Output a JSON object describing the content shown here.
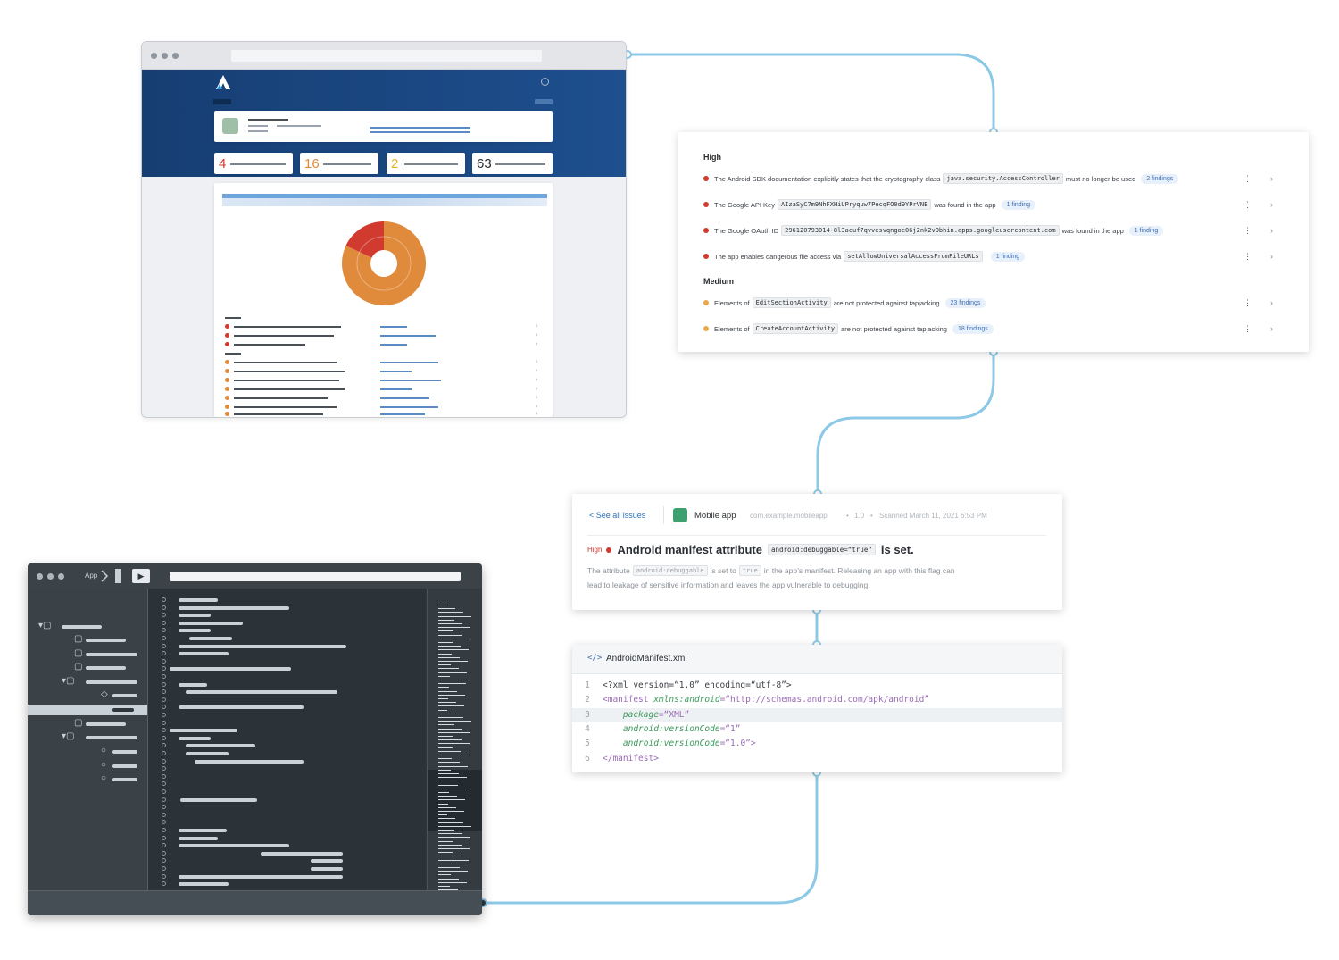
{
  "dashboard": {
    "stats": [
      {
        "value": "4",
        "color": "#d03a2f"
      },
      {
        "value": "16",
        "color": "#e08a3c"
      },
      {
        "value": "2",
        "color": "#e6b325"
      },
      {
        "value": "63",
        "color": "#2b2f33"
      }
    ],
    "donut": {
      "high_fraction": 0.18,
      "high_color": "#d03a2f",
      "medium_color": "#e08a3c"
    }
  },
  "issues": {
    "high_heading": "High",
    "medium_heading": "Medium",
    "high": [
      {
        "pre": "The Android SDK documentation explicitly states that the cryptography class",
        "code": "java.security.AccessController",
        "post": "must no longer be used",
        "badge": "2 findings"
      },
      {
        "pre": "The Google API Key",
        "code": "AIzaSyC7m9NhFXHiUPryquw7PecqFO0d9YPrVNE",
        "post": "was found in the app",
        "badge": "1 finding"
      },
      {
        "pre": "The Google OAuth ID",
        "code": "296120793014-8l3acuf7qvvesvqngoc06j2nk2v0bhin.apps.googleusercontent.com",
        "post": "was found in the app",
        "badge": "1 finding"
      },
      {
        "pre": "The app enables dangerous file access via",
        "code": "setAllowUniversalAccessFromFileURLs",
        "post": "",
        "badge": "1 finding"
      }
    ],
    "medium": [
      {
        "pre": "Elements of",
        "code": "EditSectionActivity",
        "post": "are not protected against tapjacking",
        "badge": "23 findings"
      },
      {
        "pre": "Elements of",
        "code": "CreateAccountActivity",
        "post": "are not protected against tapjacking",
        "badge": "18 findings"
      }
    ],
    "kebab": "⋮",
    "chevron": "›",
    "high_color": "#d03a2f",
    "medium_color": "#e9a84a"
  },
  "detail": {
    "back_link": "< See all issues",
    "app_name": "Mobile app",
    "package": "com.example.mobileapp",
    "version": "1.0",
    "scanned": "Scanned March 11, 2021 6:53 PM",
    "severity": "High",
    "title_pre": "Android manifest attribute",
    "title_code": "android:debuggable=“true”",
    "title_post": "is set.",
    "desc_1": "The attribute",
    "desc_code_1": "android:debuggable",
    "desc_2": "is set to",
    "desc_code_2": "true",
    "desc_3": "in the app’s manifest. Releasing an app with this flag can",
    "desc_4": "lead to leakage of sensitive information and leaves the app vulnerable to debugging."
  },
  "file": {
    "icon": "</>",
    "name": "AndroidManifest.xml",
    "lines": [
      {
        "num": "1",
        "parts": [
          {
            "t": "<?xml version=“1.0” encoding=“utf-8”>",
            "c": "#3b4046"
          }
        ]
      },
      {
        "num": "2",
        "parts": [
          {
            "t": "<manifest ",
            "c": "#9a6bb5"
          },
          {
            "t": "xmlns:android",
            "c": "#3a9a5b",
            "i": true
          },
          {
            "t": "=“http://schemas.android.com/apk/android”",
            "c": "#9a6bb5"
          }
        ]
      },
      {
        "num": "3",
        "parts": [
          {
            "t": "    package",
            "c": "#3a9a5b",
            "i": true
          },
          {
            "t": "=“XML”",
            "c": "#9a6bb5"
          }
        ]
      },
      {
        "num": "4",
        "parts": [
          {
            "t": "    android:",
            "c": "#3a9a5b",
            "i": true
          },
          {
            "t": "versionCode",
            "c": "#3a9a5b",
            "i": true
          },
          {
            "t": "=“1”",
            "c": "#9a6bb5"
          }
        ]
      },
      {
        "num": "5",
        "parts": [
          {
            "t": "    android:",
            "c": "#3a9a5b",
            "i": true
          },
          {
            "t": "versionCode",
            "c": "#3a9a5b",
            "i": true
          },
          {
            "t": "=“1.0”>",
            "c": "#9a6bb5"
          }
        ]
      },
      {
        "num": "6",
        "parts": [
          {
            "t": "</manifest>",
            "c": "#9a6bb5"
          }
        ]
      }
    ],
    "highlight_line": 3
  },
  "ide": {
    "breadcrumb": "App",
    "play_icon": "▶"
  }
}
